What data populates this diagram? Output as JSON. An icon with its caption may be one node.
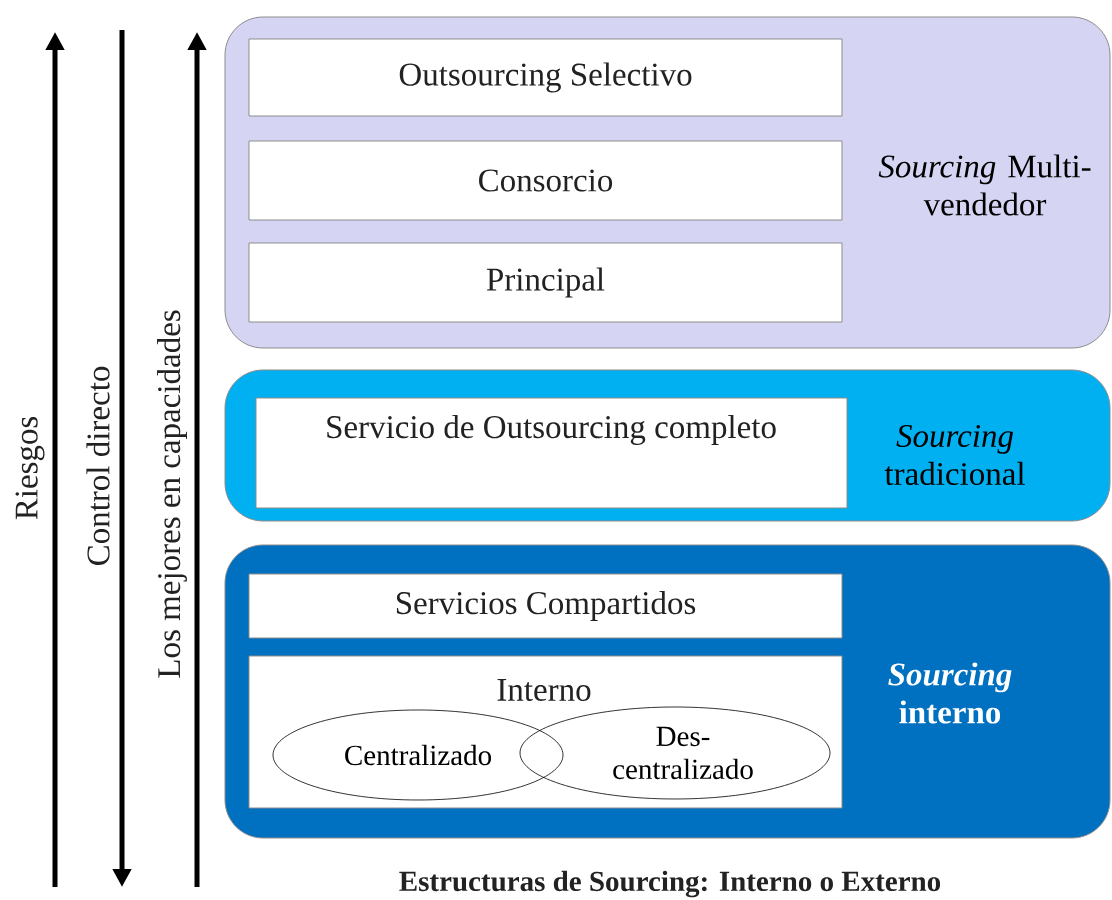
{
  "diagram": {
    "caption": "Estructuras de Sourcing: Interno o Externo",
    "nodes": [
      {
        "text": [
          "*Sourcing* Multi-vendedor"
        ]
      },
      {
        "text": [
          "Outsourcing Selectivo"
        ],
        "in": 0
      },
      {
        "text": [
          "Consorcio"
        ],
        "in": 0
      },
      {
        "text": [
          "Principal"
        ],
        "in": 0
      },
      {
        "text": [
          "*Sourcing* tradicional"
        ]
      },
      {
        "text": [
          "Servicio de Outsourcing completo"
        ],
        "in": 4
      },
      {
        "text": [
          "*Sourcing* interno"
        ]
      },
      {
        "text": [
          "Servicios Compartidos"
        ],
        "in": 6
      },
      {
        "text": [
          "Interno"
        ],
        "in": 6
      },
      {
        "text": [
          "Centralizado"
        ],
        "in": 8
      },
      {
        "text": [
          "Des- centralizado"
        ],
        "in": 8
      }
    ],
    "labels": [
      "Riesgos",
      "Control directo",
      "Los mejores en capacidades"
    ]
  }
}
